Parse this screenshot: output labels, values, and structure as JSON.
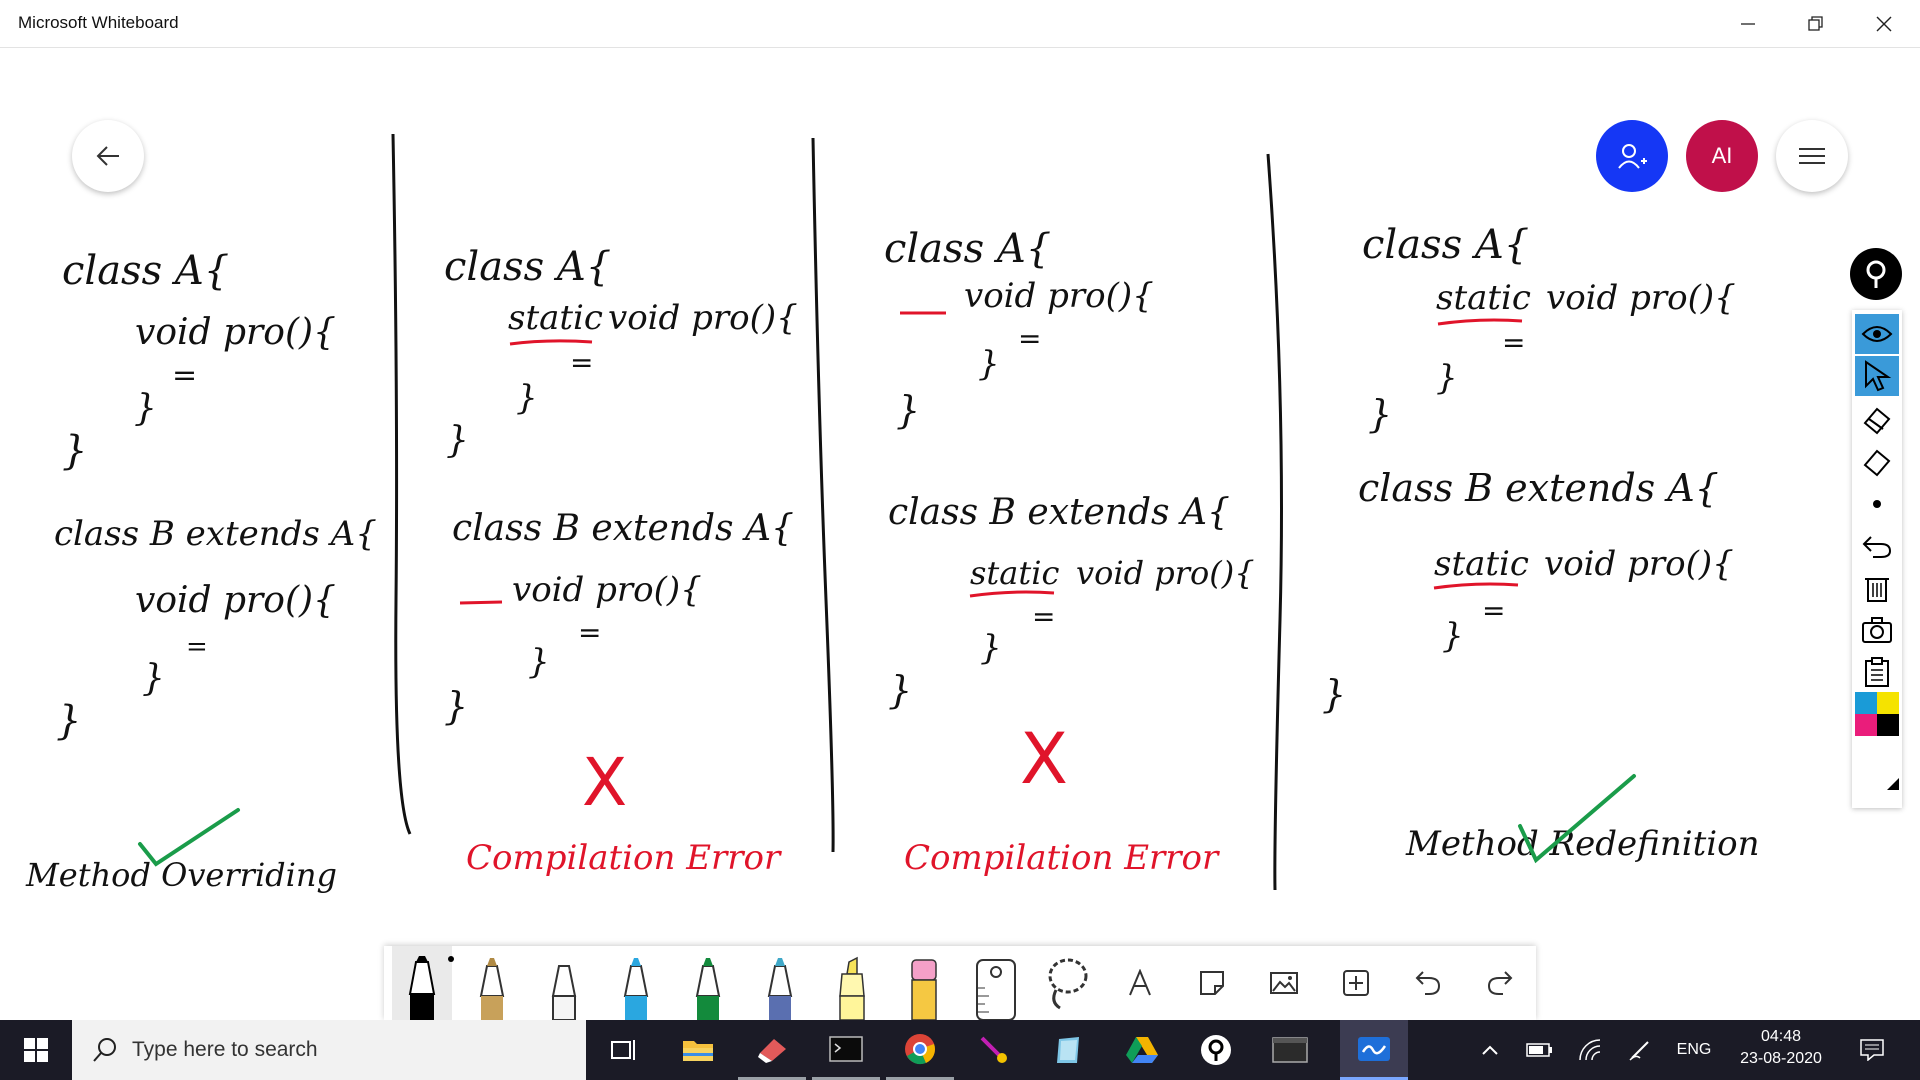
{
  "window": {
    "title": "Microsoft Whiteboard"
  },
  "header": {
    "avatar_initials": "AI"
  },
  "board": {
    "panels": [
      {
        "classA_header": "class  A{",
        "classA_method": "void  pro(){",
        "classA_body": "=",
        "classA_close_method": "}",
        "classA_close": "}",
        "classB_header": "class  B extends  A{",
        "classB_method": "void  pro(){",
        "classB_body": "=",
        "classB_close_method": "}",
        "classB_close": "}",
        "verdict": "Method Overriding",
        "verdict_mark": "check"
      },
      {
        "classA_header": "class  A{",
        "classA_method_prefix": "static",
        "classA_method": "void  pro(){",
        "classA_body": "=",
        "classA_close_method": "}",
        "classA_close": "}",
        "classB_header": "class  B  extends  A{",
        "classB_method": "void  pro(){",
        "classB_body": "=",
        "classB_close_method": "}",
        "classB_close": "}",
        "verdict_mark_symbol": "X",
        "verdict": "Compilation Error",
        "verdict_mark": "cross"
      },
      {
        "classA_header": "class  A{",
        "classA_method": "void  pro(){",
        "classA_body": "=",
        "classA_close_method": "}",
        "classA_close": "}",
        "classB_header": "class  B  extends  A{",
        "classB_method_prefix": "static",
        "classB_method": "void  pro(){",
        "classB_body": "=",
        "classB_close_method": "}",
        "classB_close": "}",
        "verdict_mark_symbol": "X",
        "verdict": "Compilation Error",
        "verdict_mark": "cross"
      },
      {
        "classA_header": "class  A{",
        "classA_method_prefix": "static",
        "classA_method": "void  pro(){",
        "classA_body": "=",
        "classA_close_method": "}",
        "classA_close": "}",
        "classB_header": "class  B  extends  A{",
        "classB_method_prefix": "static",
        "classB_method": "void  pro(){",
        "classB_body": "=",
        "classB_close_method": "}",
        "classB_close": "}",
        "verdict": "Method Redefinition",
        "verdict_mark": "check"
      }
    ]
  },
  "taskbar": {
    "search_placeholder": "Type here to search",
    "language": "ENG",
    "time": "04:48",
    "date": "23-08-2020"
  },
  "colors": {
    "ink": "#111111",
    "red_ink": "#e0142a",
    "green_ink": "#1a9c4a",
    "share_button": "#1537f5",
    "avatar": "#c0104a",
    "taskbar": "#1b1b26",
    "highlight": "#3a9ad9"
  },
  "icons": {
    "back": "arrow-left-icon",
    "share": "add-person-icon",
    "menu": "hamburger-icon",
    "pin": "pin-icon"
  }
}
